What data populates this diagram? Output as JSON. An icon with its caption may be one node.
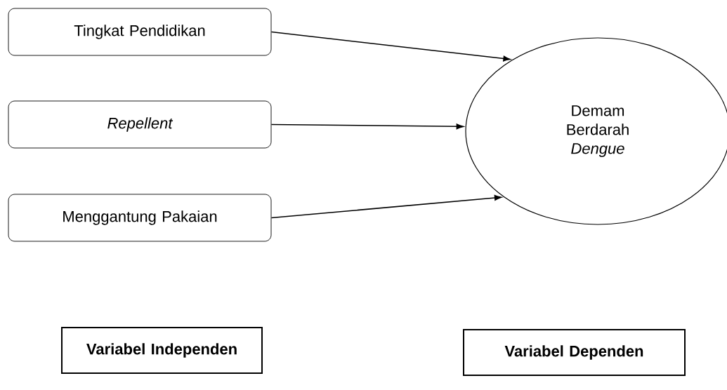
{
  "diagram": {
    "nodes": [
      {
        "text": [
          "Tingkat Pendidikan"
        ]
      },
      {
        "text": [
          "Repellent"
        ]
      },
      {
        "text": [
          "Menggantung Pakaian"
        ]
      },
      {
        "text": [
          "Demam Berdarah *Dengue*"
        ]
      },
      {
        "text": [
          "Variabel Independen"
        ]
      },
      {
        "text": [
          "Variabel Dependen"
        ]
      }
    ],
    "edges": [
      {
        "from": 0,
        "to": 3,
        "arrow": "to"
      },
      {
        "from": 1,
        "to": 3,
        "arrow": "to"
      },
      {
        "from": 2,
        "to": 3,
        "arrow": "to"
      }
    ]
  }
}
